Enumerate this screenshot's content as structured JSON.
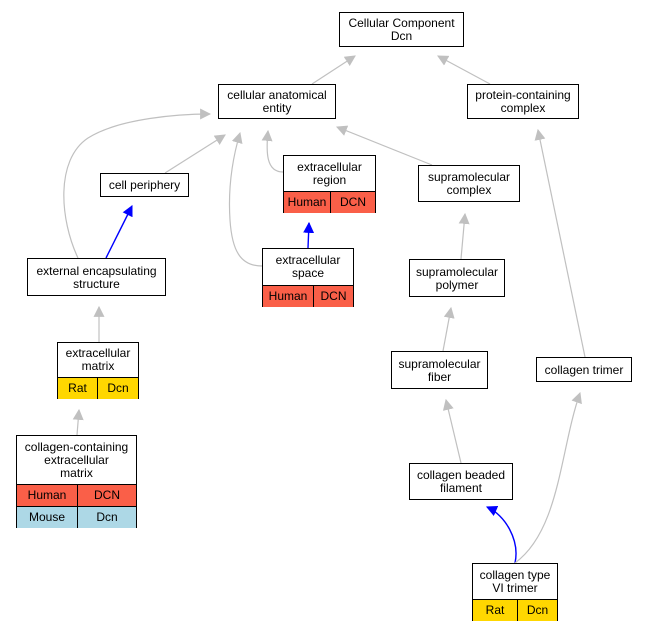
{
  "colors": {
    "edge_gray": "#c0c0c0",
    "edge_blue": "#0000ff",
    "human": "#fa5f48",
    "rat": "#ffd700",
    "mouse": "#add8e6"
  },
  "nodes": {
    "root": {
      "title": "Cellular Component\nDcn"
    },
    "cae": {
      "title": "cellular anatomical\nentity"
    },
    "pcc": {
      "title": "protein-containing\ncomplex"
    },
    "cp": {
      "title": "cell periphery"
    },
    "er": {
      "title": "extracellular\nregion",
      "rows": [
        [
          {
            "label": "Human",
            "color": "human"
          },
          {
            "label": "DCN",
            "color": "human"
          }
        ]
      ]
    },
    "smc": {
      "title": "supramolecular\ncomplex"
    },
    "ees": {
      "title": "external encapsulating\nstructure"
    },
    "es": {
      "title": "extracellular\nspace",
      "rows": [
        [
          {
            "label": "Human",
            "color": "human"
          },
          {
            "label": "DCN",
            "color": "human"
          }
        ]
      ]
    },
    "smp": {
      "title": "supramolecular\npolymer"
    },
    "em": {
      "title": "extracellular\nmatrix",
      "rows": [
        [
          {
            "label": "Rat",
            "color": "rat"
          },
          {
            "label": "Dcn",
            "color": "rat"
          }
        ]
      ]
    },
    "smf": {
      "title": "supramolecular\nfiber"
    },
    "ct": {
      "title": "collagen trimer"
    },
    "ccem": {
      "title": "collagen-containing\nextracellular\nmatrix",
      "rows": [
        [
          {
            "label": "Human",
            "color": "human"
          },
          {
            "label": "DCN",
            "color": "human"
          }
        ],
        [
          {
            "label": "Mouse",
            "color": "mouse"
          },
          {
            "label": "Dcn",
            "color": "mouse"
          }
        ]
      ]
    },
    "cbf": {
      "title": "collagen beaded\nfilament"
    },
    "c6": {
      "title": "collagen type\nVI trimer",
      "rows": [
        [
          {
            "label": "Rat",
            "color": "rat"
          },
          {
            "label": "Dcn",
            "color": "rat"
          }
        ]
      ]
    }
  },
  "edges": [
    {
      "from": "cae",
      "to": "root",
      "color": "edge_gray"
    },
    {
      "from": "pcc",
      "to": "root",
      "color": "edge_gray"
    },
    {
      "from": "cp",
      "to": "cae",
      "color": "edge_gray"
    },
    {
      "from": "er",
      "to": "cae",
      "color": "edge_gray"
    },
    {
      "from": "smc",
      "to": "cae",
      "color": "edge_gray"
    },
    {
      "from": "ees",
      "to": "cae",
      "color": "edge_gray"
    },
    {
      "from": "es",
      "to": "cae",
      "color": "edge_gray"
    },
    {
      "from": "ees",
      "to": "cp",
      "color": "edge_blue"
    },
    {
      "from": "es",
      "to": "er",
      "color": "edge_blue"
    },
    {
      "from": "smp",
      "to": "smc",
      "color": "edge_gray"
    },
    {
      "from": "em",
      "to": "ees",
      "color": "edge_gray"
    },
    {
      "from": "smf",
      "to": "smp",
      "color": "edge_gray"
    },
    {
      "from": "ccem",
      "to": "em",
      "color": "edge_gray"
    },
    {
      "from": "cbf",
      "to": "smf",
      "color": "edge_gray"
    },
    {
      "from": "ct",
      "to": "pcc",
      "color": "edge_gray"
    },
    {
      "from": "c6",
      "to": "cbf",
      "color": "edge_blue"
    },
    {
      "from": "c6",
      "to": "ct",
      "color": "edge_gray"
    }
  ]
}
